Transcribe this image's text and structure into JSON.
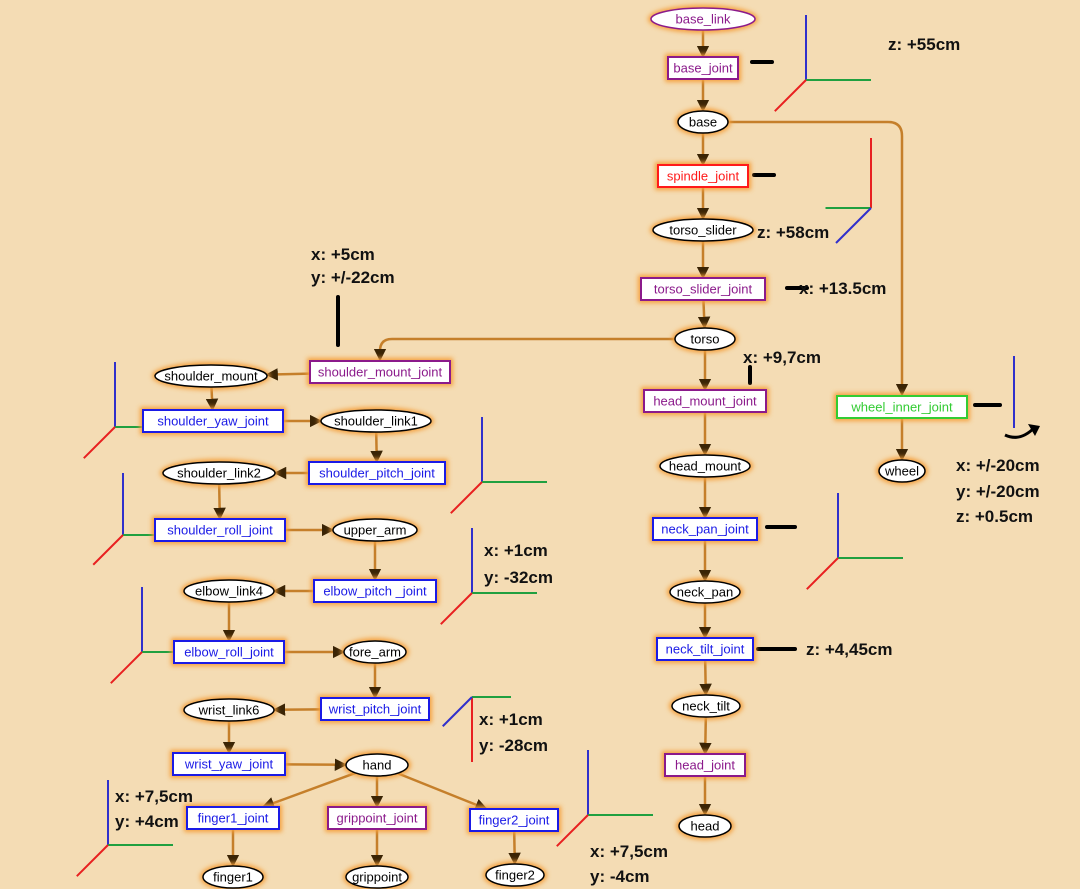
{
  "colors": {
    "background": "#f4dcb4",
    "edge": "#c57f2a",
    "glow": "#f5a03c",
    "link_text": "#000000",
    "joint_fixed": "#8b1a8b",
    "joint_revolute": "#1a1ae6",
    "joint_prismatic": "#ff1a1a",
    "joint_continuous": "#33cc33",
    "axis_x": "#e82020",
    "axis_y": "#20a040",
    "axis_z": "#3030cc"
  },
  "links": {
    "base_link": {
      "label": "base_link",
      "color": "#8b1a8b"
    },
    "base": {
      "label": "base"
    },
    "torso_slider": {
      "label": "torso_slider"
    },
    "torso": {
      "label": "torso"
    },
    "head_mount": {
      "label": "head_mount"
    },
    "neck_pan": {
      "label": "neck_pan"
    },
    "neck_tilt": {
      "label": "neck_tilt"
    },
    "head": {
      "label": "head"
    },
    "wheel": {
      "label": "wheel"
    },
    "shoulder_mount": {
      "label": "shoulder_mount"
    },
    "shoulder_link1": {
      "label": "shoulder_link1"
    },
    "shoulder_link2": {
      "label": "shoulder_link2"
    },
    "upper_arm": {
      "label": "upper_arm"
    },
    "elbow_link4": {
      "label": "elbow_link4"
    },
    "fore_arm": {
      "label": "fore_arm"
    },
    "wrist_link6": {
      "label": "wrist_link6"
    },
    "hand": {
      "label": "hand"
    },
    "finger1": {
      "label": "finger1"
    },
    "grippoint": {
      "label": "grippoint"
    },
    "finger2": {
      "label": "finger2"
    }
  },
  "joints": {
    "base_joint": {
      "label": "base_joint",
      "type": "fixed"
    },
    "spindle_joint": {
      "label": "spindle_joint",
      "type": "prismatic"
    },
    "torso_slider_joint": {
      "label": "torso_slider_joint",
      "type": "fixed"
    },
    "shoulder_mount_joint": {
      "label": "shoulder_mount_joint",
      "type": "fixed"
    },
    "head_mount_joint": {
      "label": "head_mount_joint",
      "type": "fixed"
    },
    "wheel_inner_joint": {
      "label": "wheel_inner_joint",
      "type": "continuous"
    },
    "shoulder_yaw_joint": {
      "label": "shoulder_yaw_joint",
      "type": "revolute"
    },
    "shoulder_pitch_joint": {
      "label": "shoulder_pitch_joint",
      "type": "revolute"
    },
    "shoulder_roll_joint": {
      "label": "shoulder_roll_joint",
      "type": "revolute"
    },
    "elbow_pitch_joint": {
      "label": "elbow_pitch _joint",
      "type": "revolute"
    },
    "neck_pan_joint": {
      "label": "neck_pan_joint",
      "type": "revolute"
    },
    "elbow_roll_joint": {
      "label": "elbow_roll_joint",
      "type": "revolute"
    },
    "wrist_pitch_joint": {
      "label": "wrist_pitch_joint",
      "type": "revolute"
    },
    "neck_tilt_joint": {
      "label": "neck_tilt_joint",
      "type": "revolute"
    },
    "head_joint": {
      "label": "head_joint",
      "type": "fixed"
    },
    "wrist_yaw_joint": {
      "label": "wrist_yaw_joint",
      "type": "revolute"
    },
    "finger1_joint": {
      "label": "finger1_joint",
      "type": "revolute"
    },
    "grippoint_joint": {
      "label": "grippoint_joint",
      "type": "fixed"
    },
    "finger2_joint": {
      "label": "finger2_joint",
      "type": "revolute"
    }
  },
  "edges": [
    [
      "base_link",
      "base_joint"
    ],
    [
      "base_joint",
      "base"
    ],
    [
      "base",
      "spindle_joint"
    ],
    [
      "spindle_joint",
      "torso_slider"
    ],
    [
      "torso_slider",
      "torso_slider_joint"
    ],
    [
      "torso_slider_joint",
      "torso"
    ],
    [
      "base",
      "wheel_inner_joint"
    ],
    [
      "wheel_inner_joint",
      "wheel"
    ],
    [
      "torso",
      "head_mount_joint"
    ],
    [
      "head_mount_joint",
      "head_mount"
    ],
    [
      "head_mount",
      "neck_pan_joint"
    ],
    [
      "neck_pan_joint",
      "neck_pan"
    ],
    [
      "neck_pan",
      "neck_tilt_joint"
    ],
    [
      "neck_tilt_joint",
      "neck_tilt"
    ],
    [
      "neck_tilt",
      "head_joint"
    ],
    [
      "head_joint",
      "head"
    ],
    [
      "torso",
      "shoulder_mount_joint"
    ],
    [
      "shoulder_mount_joint",
      "shoulder_mount"
    ],
    [
      "shoulder_mount",
      "shoulder_yaw_joint"
    ],
    [
      "shoulder_yaw_joint",
      "shoulder_link1"
    ],
    [
      "shoulder_link1",
      "shoulder_pitch_joint"
    ],
    [
      "shoulder_pitch_joint",
      "shoulder_link2"
    ],
    [
      "shoulder_link2",
      "shoulder_roll_joint"
    ],
    [
      "shoulder_roll_joint",
      "upper_arm"
    ],
    [
      "upper_arm",
      "elbow_pitch_joint"
    ],
    [
      "elbow_pitch_joint",
      "elbow_link4"
    ],
    [
      "elbow_link4",
      "elbow_roll_joint"
    ],
    [
      "elbow_roll_joint",
      "fore_arm"
    ],
    [
      "fore_arm",
      "wrist_pitch_joint"
    ],
    [
      "wrist_pitch_joint",
      "wrist_link6"
    ],
    [
      "wrist_link6",
      "wrist_yaw_joint"
    ],
    [
      "wrist_yaw_joint",
      "hand"
    ],
    [
      "hand",
      "finger1_joint"
    ],
    [
      "hand",
      "grippoint_joint"
    ],
    [
      "hand",
      "finger2_joint"
    ],
    [
      "finger1_joint",
      "finger1"
    ],
    [
      "grippoint_joint",
      "grippoint"
    ],
    [
      "finger2_joint",
      "finger2"
    ]
  ],
  "annotations": {
    "base_z": "z: +55cm",
    "torso_slider_z": "z: +58cm",
    "torso_slider_joint_x": "x: +13.5cm",
    "shoulder_mount_x": "x: +5cm",
    "shoulder_mount_y": "y: +/-22cm",
    "head_mount_x": "x: +9,7cm",
    "wheel_x": "x: +/-20cm",
    "wheel_y": "y: +/-20cm",
    "wheel_z": "z: +0.5cm",
    "elbow_x": "x: +1cm",
    "elbow_y": "y: -32cm",
    "neck_tilt_z": "z: +4,45cm",
    "wrist_x": "x: +1cm",
    "wrist_y": "y: -28cm",
    "finger1_x": "x: +7,5cm",
    "finger1_y": "y: +4cm",
    "finger2_x": "x: +7,5cm",
    "finger2_y": "y: -4cm"
  }
}
